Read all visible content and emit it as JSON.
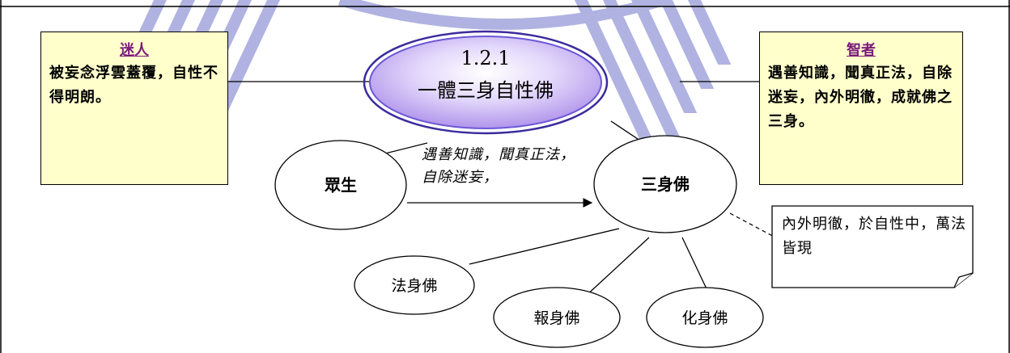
{
  "center": {
    "id": "1.2.1",
    "title": "一體三身自性佛"
  },
  "left_note": {
    "title": "迷人",
    "body": "被妄念浮雲蓋覆，自性不得明朗。"
  },
  "right_note": {
    "title": "智者",
    "body": "遇善知識，聞真正法，自除迷妄，內外明徹，成就佛之三身。"
  },
  "nodes": {
    "sentient": "眾生",
    "three_bodies": "三身佛",
    "dharmakaya": "法身佛",
    "sambhogakaya": "報身佛",
    "nirmanakaya": "化身佛"
  },
  "arrow_label": "遇善知識，聞真正法，自除迷妄，",
  "callout": "內外明徹，於自性中，萬法皆現",
  "colors": {
    "note_fill": "#ffffcc",
    "center_fill": "#c9b3f2",
    "center_stroke": "#3a2b9e",
    "title_color": "#7a1a7a"
  }
}
